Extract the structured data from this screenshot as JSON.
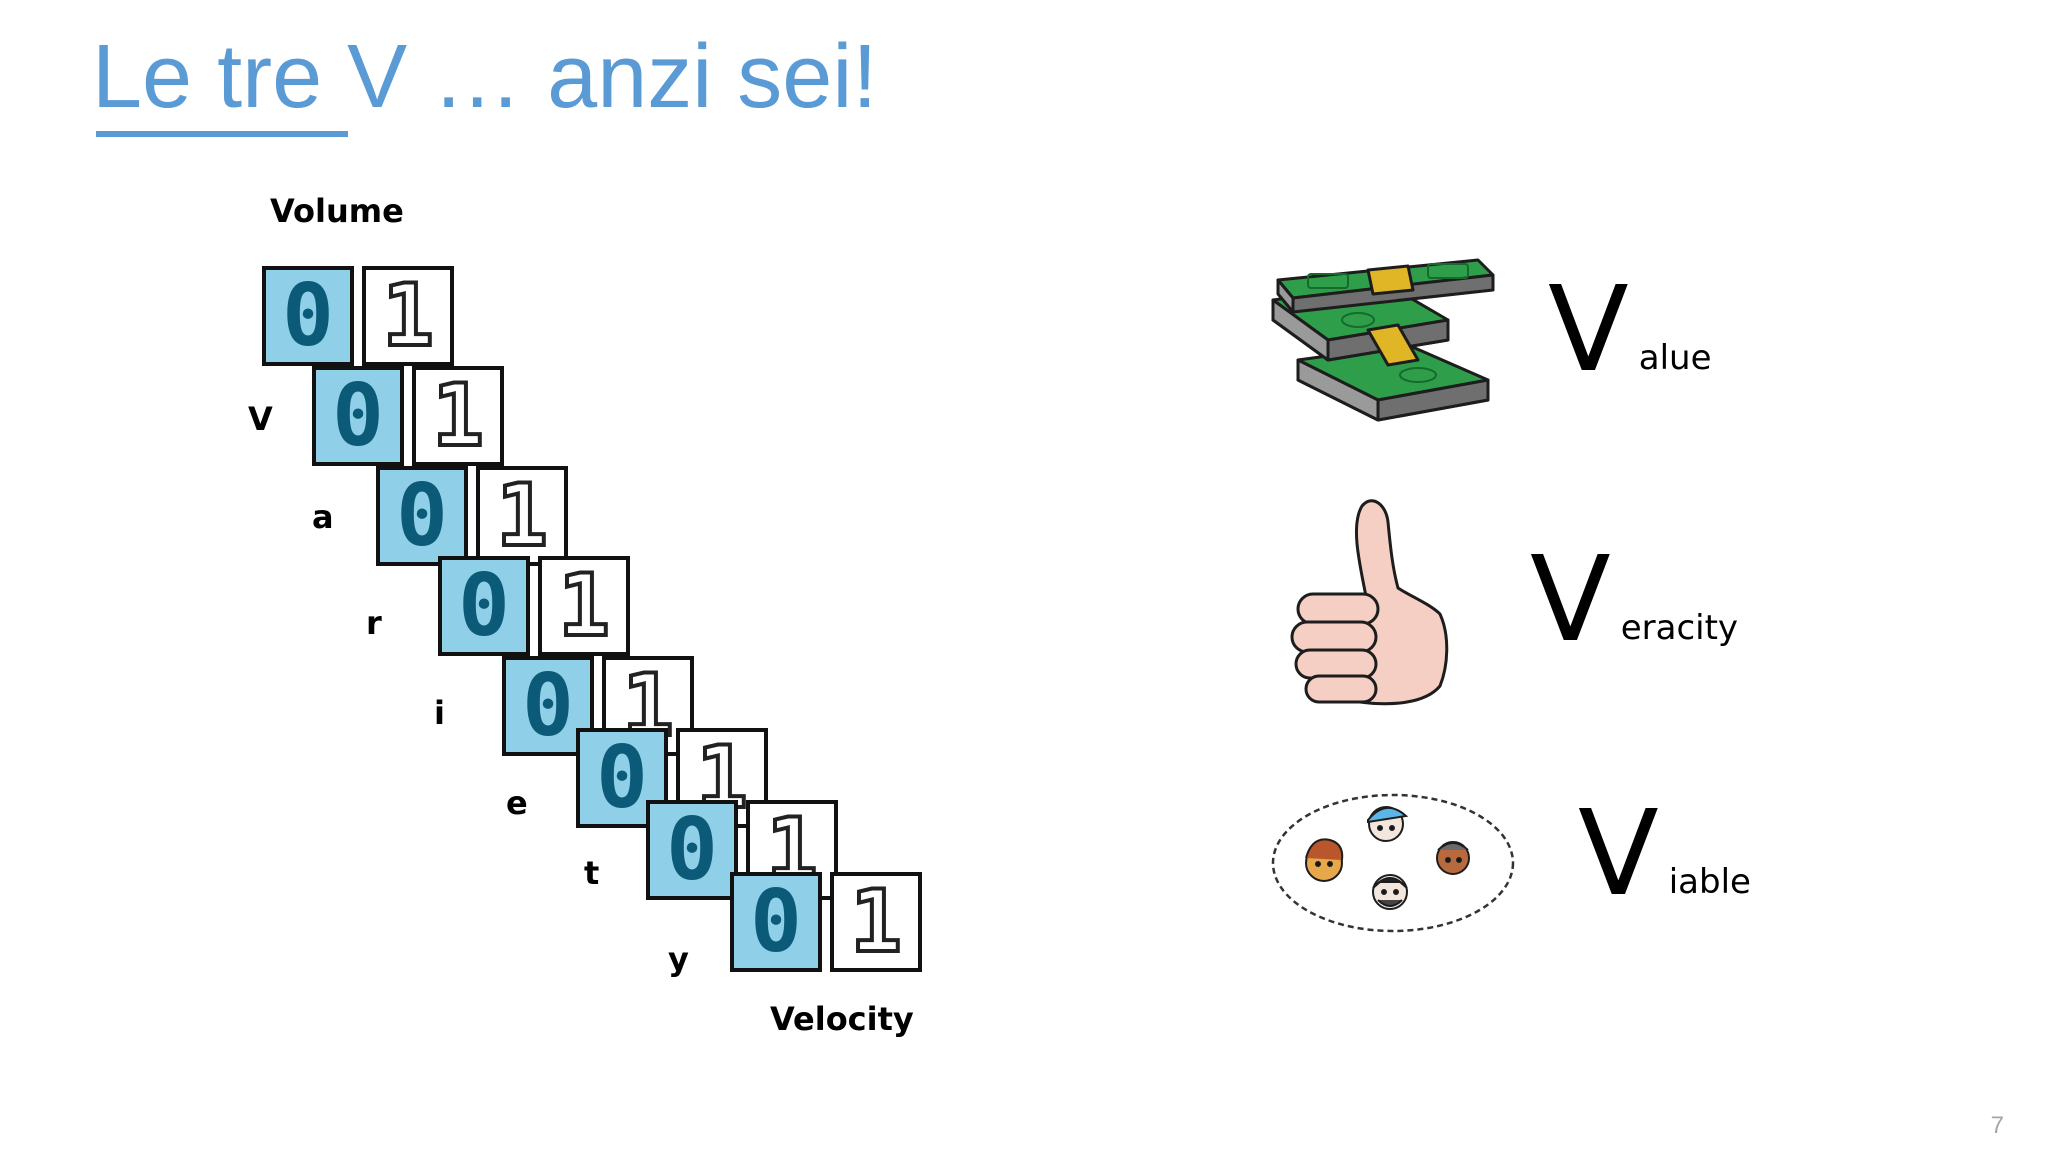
{
  "slide": {
    "title": "Le tre V … anzi sei!",
    "page_number": "7"
  },
  "volume_label": "Volume",
  "velocity_label": "Velocity",
  "variety_letters": [
    "V",
    "a",
    "r",
    "i",
    "e",
    "t",
    "y"
  ],
  "tile_rows": [
    {
      "zero": "0",
      "one": "1"
    },
    {
      "zero": "0",
      "one": "1"
    },
    {
      "zero": "0",
      "one": "1"
    },
    {
      "zero": "0",
      "one": "1"
    },
    {
      "zero": "0",
      "one": "1"
    },
    {
      "zero": "0",
      "one": "1"
    },
    {
      "zero": "0",
      "one": "1"
    },
    {
      "zero": "0",
      "one": "1"
    }
  ],
  "v_items": [
    {
      "letter": "V",
      "rest": "alue",
      "icon": "money-stack-icon"
    },
    {
      "letter": "V",
      "rest": "eracity",
      "icon": "thumbs-up-icon"
    },
    {
      "letter": "V",
      "rest": "iable",
      "icon": "people-faces-icon"
    }
  ],
  "colors": {
    "title": "#5b9bd5",
    "tile_zero_fill": "#8fd0e8",
    "tile_zero_digit": "#0b5a78",
    "money_green": "#2e9e4a",
    "money_band": "#e0b526",
    "skin": "#f6cfc4"
  }
}
